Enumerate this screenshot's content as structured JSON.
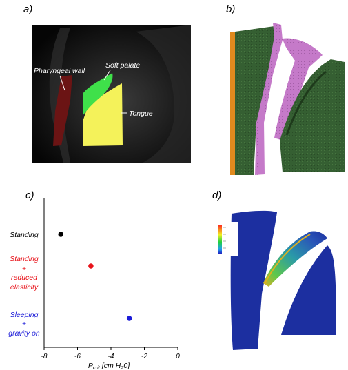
{
  "panels": {
    "a": {
      "label": "a)",
      "annotations": {
        "pharyngeal_wall": "Pharyngeal wall",
        "soft_palate": "Soft palate",
        "tongue": "Tongue"
      }
    },
    "b": {
      "label": "b)"
    },
    "c": {
      "label": "c)",
      "row_labels": {
        "standing": [
          "Standing"
        ],
        "reduced": [
          "Standing",
          "+",
          "reduced",
          "elasticity"
        ],
        "sleeping": [
          "Sleeping",
          "+",
          "gravity on"
        ]
      },
      "xlabel_main": "P",
      "xlabel_sub": "crit",
      "xlabel_rest": " [cm H",
      "xlabel_sub2": "2",
      "xlabel_end": "0]"
    },
    "d": {
      "label": "d)"
    }
  },
  "colors": {
    "black_point": "#000000",
    "red_point": "#e8141b",
    "blue_point": "#1b1bd8",
    "pharyngeal_wall": "#6b1414",
    "soft_palate": "#3fe04a",
    "tongue": "#f4f25a",
    "tissue_green": "#355f32",
    "palate_purple": "#c57ac9",
    "wall_orange": "#e08a1e",
    "fem_blue": "#1c2fa0"
  },
  "chart_data": {
    "type": "scatter",
    "xlim": [
      -8,
      0
    ],
    "xticks": [
      "-8",
      "-6",
      "-4",
      "-2",
      "0"
    ],
    "xtick_values": [
      -8,
      -6,
      -4,
      -2,
      0
    ],
    "xlabel": "Pcrit [cm H20]",
    "ylabel": "",
    "grid": false,
    "categories": [
      "Standing",
      "Standing + reduced elasticity",
      "Sleeping + gravity on"
    ],
    "series": [
      {
        "category": "Standing",
        "x": -7.0,
        "color": "#000000"
      },
      {
        "category": "Standing + reduced elasticity",
        "x": -5.2,
        "color": "#e8141b"
      },
      {
        "category": "Sleeping + gravity on",
        "x": -2.9,
        "color": "#1b1bd8"
      }
    ]
  }
}
